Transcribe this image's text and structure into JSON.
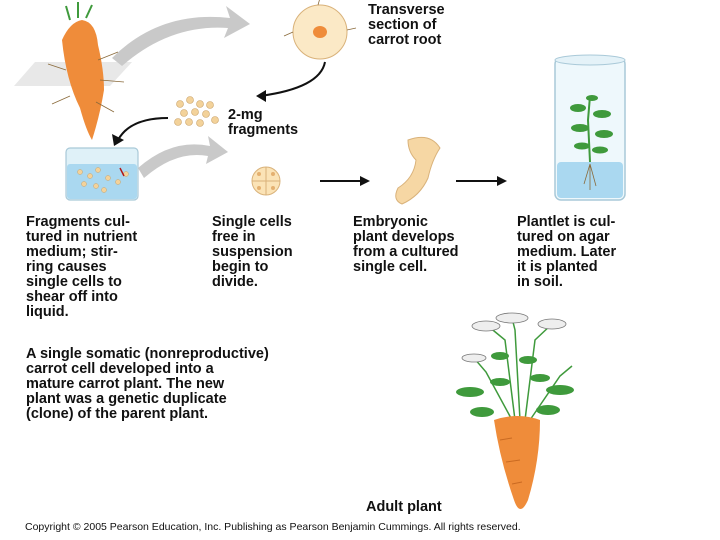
{
  "labels": {
    "transverse": "Transverse\nsection of\ncarrot root",
    "fragments": "2-mg\nfragments",
    "step1": "Fragments cul-\ntured in nutrient\nmedium; stir-\nring causes\nsingle cells to\nshear off into\nliquid.",
    "step2": "Single cells\nfree in\nsuspension\nbegin to\ndivide.",
    "step3": "Embryonic\nplant develops\nfrom a cultured\nsingle cell.",
    "step4": "Plantlet is cul-\ntured on agar\nmedium. Later\nit is planted\nin soil.",
    "summary": "A single somatic (nonreproductive)\ncarrot cell developed into a\nmature carrot plant. The new\nplant was a genetic duplicate\n(clone) of the parent plant.",
    "adult": "Adult plant"
  },
  "copyright": "Copyright © 2005 Pearson Education, Inc. Publishing as Pearson Benjamin Cummings. All rights reserved.",
  "colors": {
    "carrot": "#ef8c3a",
    "carrot_light": "#f6c27f",
    "leaf": "#3f9a3c",
    "medium": "#aad8f0",
    "cell": "#f3d29a",
    "gray_arrow": "#c9c9c9",
    "glass": "#dff1f8"
  }
}
